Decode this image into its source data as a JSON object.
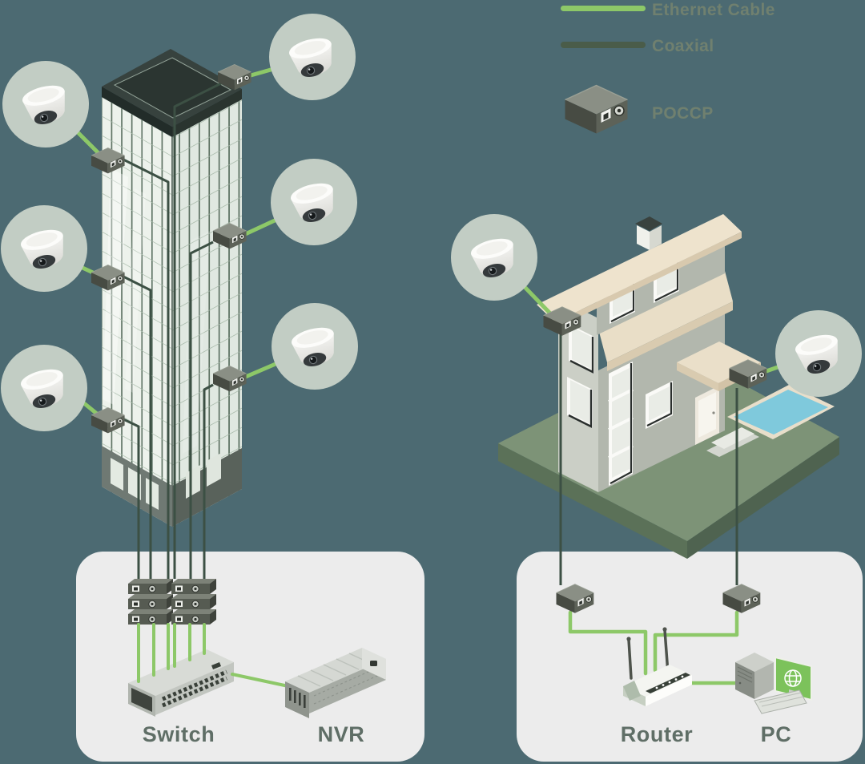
{
  "legend": {
    "items": [
      {
        "id": "ethernet-cable",
        "label": "Ethernet Cable",
        "swatch": "line",
        "color": "#8dc868"
      },
      {
        "id": "coaxial",
        "label": "Coaxial",
        "swatch": "line",
        "color": "#4a5c49"
      },
      {
        "id": "eoc-converter",
        "label": "POCCP",
        "swatch": "device-icon"
      }
    ]
  },
  "building_scene": {
    "dome_camera_count": 6,
    "converter_count": 6
  },
  "house_scene": {
    "dome_camera_count": 2,
    "converter_count": 2
  },
  "left_panel": {
    "devices": [
      {
        "id": "switch",
        "label": "Switch"
      },
      {
        "id": "nvr",
        "label": "NVR"
      }
    ],
    "converter_stack_count": 6
  },
  "right_panel": {
    "devices": [
      {
        "id": "router",
        "label": "Router"
      },
      {
        "id": "pc",
        "label": "PC"
      }
    ]
  },
  "colors": {
    "background": "#4c6a72",
    "panel_background": "#ececec",
    "camera_bubble": "#c2cdc4",
    "ethernet_green": "#8dc868",
    "coaxial_green": "#3f5246",
    "device_label_text": "#5f6e66",
    "legend_text": "#70806f"
  }
}
